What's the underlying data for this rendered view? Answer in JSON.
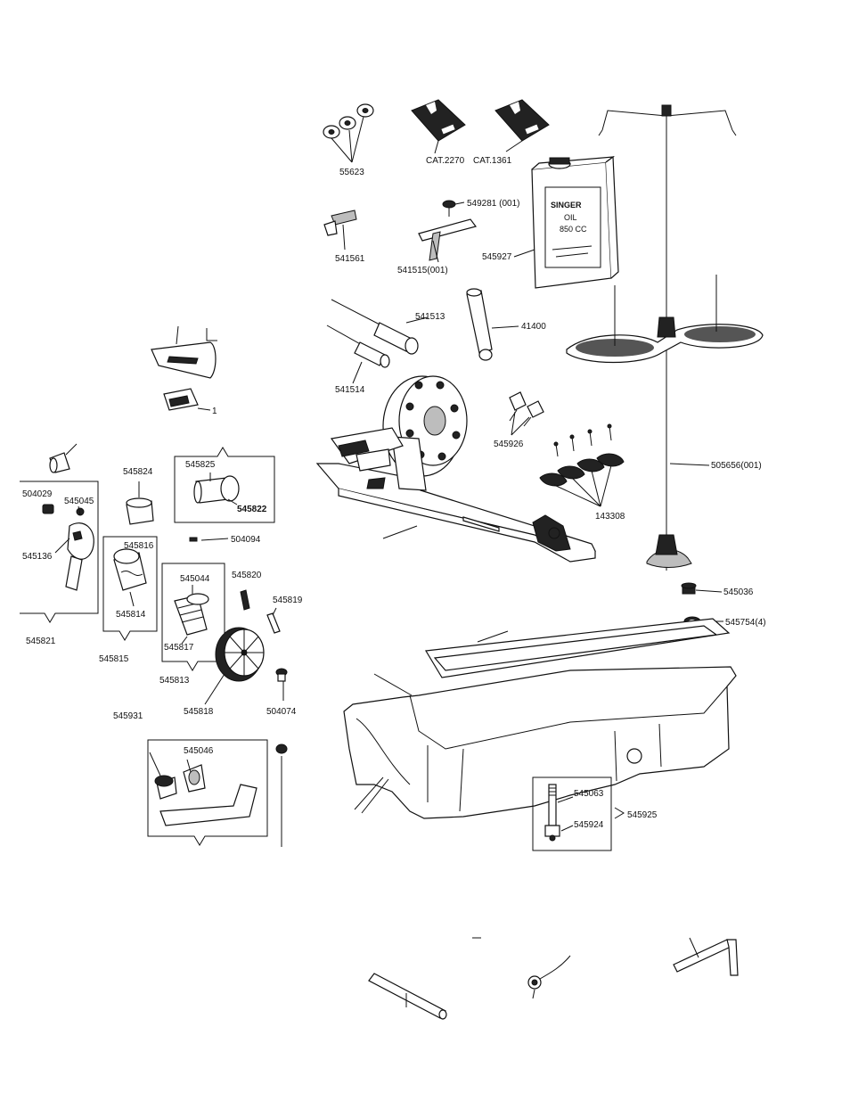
{
  "labels": {
    "bobbins": "55623",
    "cat_2270": "CAT.2270",
    "cat_1361": "CAT.1361",
    "screw_549281": "549281 (001)",
    "gauge_541561": "541561",
    "gauge_541515": "541515(001)",
    "oil_can": "545927",
    "screwdriver_large": "541513",
    "screwdriver_small": "541514",
    "handle_41400": "41400",
    "clamp_545926": "545926",
    "pads_143308": "143308",
    "thread_stand": "505656(001)",
    "plug_545036": "545036",
    "washer_545754": "545754(4)",
    "shaft_545063": "545063",
    "nut_545924": "545924",
    "pin_assembly": "545925",
    "left_504029": "504029",
    "left_545045": "545045",
    "left_545136": "545136",
    "bushing_545824": "545824",
    "box_545825": "545825",
    "box_545822": "545822",
    "screw_504094": "504094",
    "box_545816": "545816",
    "box_545814": "545814",
    "assy_545821": "545821",
    "assy_545815": "545815",
    "box_545044": "545044",
    "box_545817": "545817",
    "assy_545813": "545813",
    "pin_545820": "545820",
    "pin_545819": "545819",
    "gear_545818": "545818",
    "screw_504074": "504074",
    "label_545931": "545931",
    "box_545046": "545046",
    "mark_1": "1",
    "oil_brand": "SINGER",
    "oil_word": "OIL",
    "oil_qty": "850 CC"
  }
}
